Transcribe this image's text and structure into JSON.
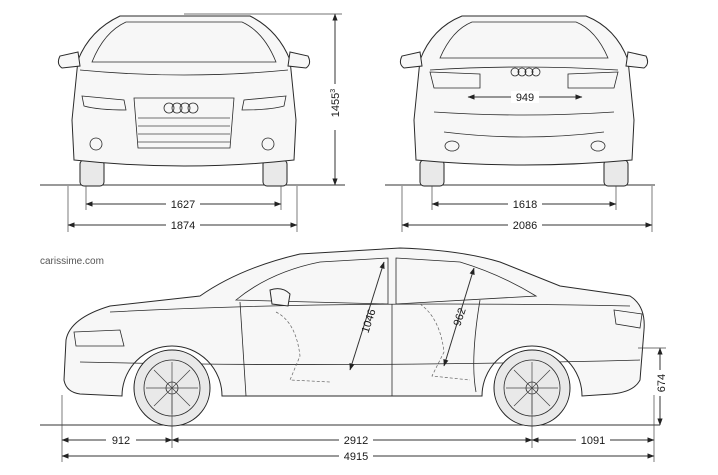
{
  "watermark": "carissime.com",
  "dimensions": {
    "front_track": "1627",
    "front_width": "1874",
    "height": "1455",
    "height_sup": "3",
    "rear_trunk_opening": "949",
    "rear_track": "1618",
    "width_mirrors": "2086",
    "headroom_front": "1046",
    "headroom_rear": "962",
    "front_overhang": "912",
    "wheelbase": "2912",
    "rear_overhang": "1091",
    "overall_length": "4915",
    "load_sill_height": "674"
  }
}
